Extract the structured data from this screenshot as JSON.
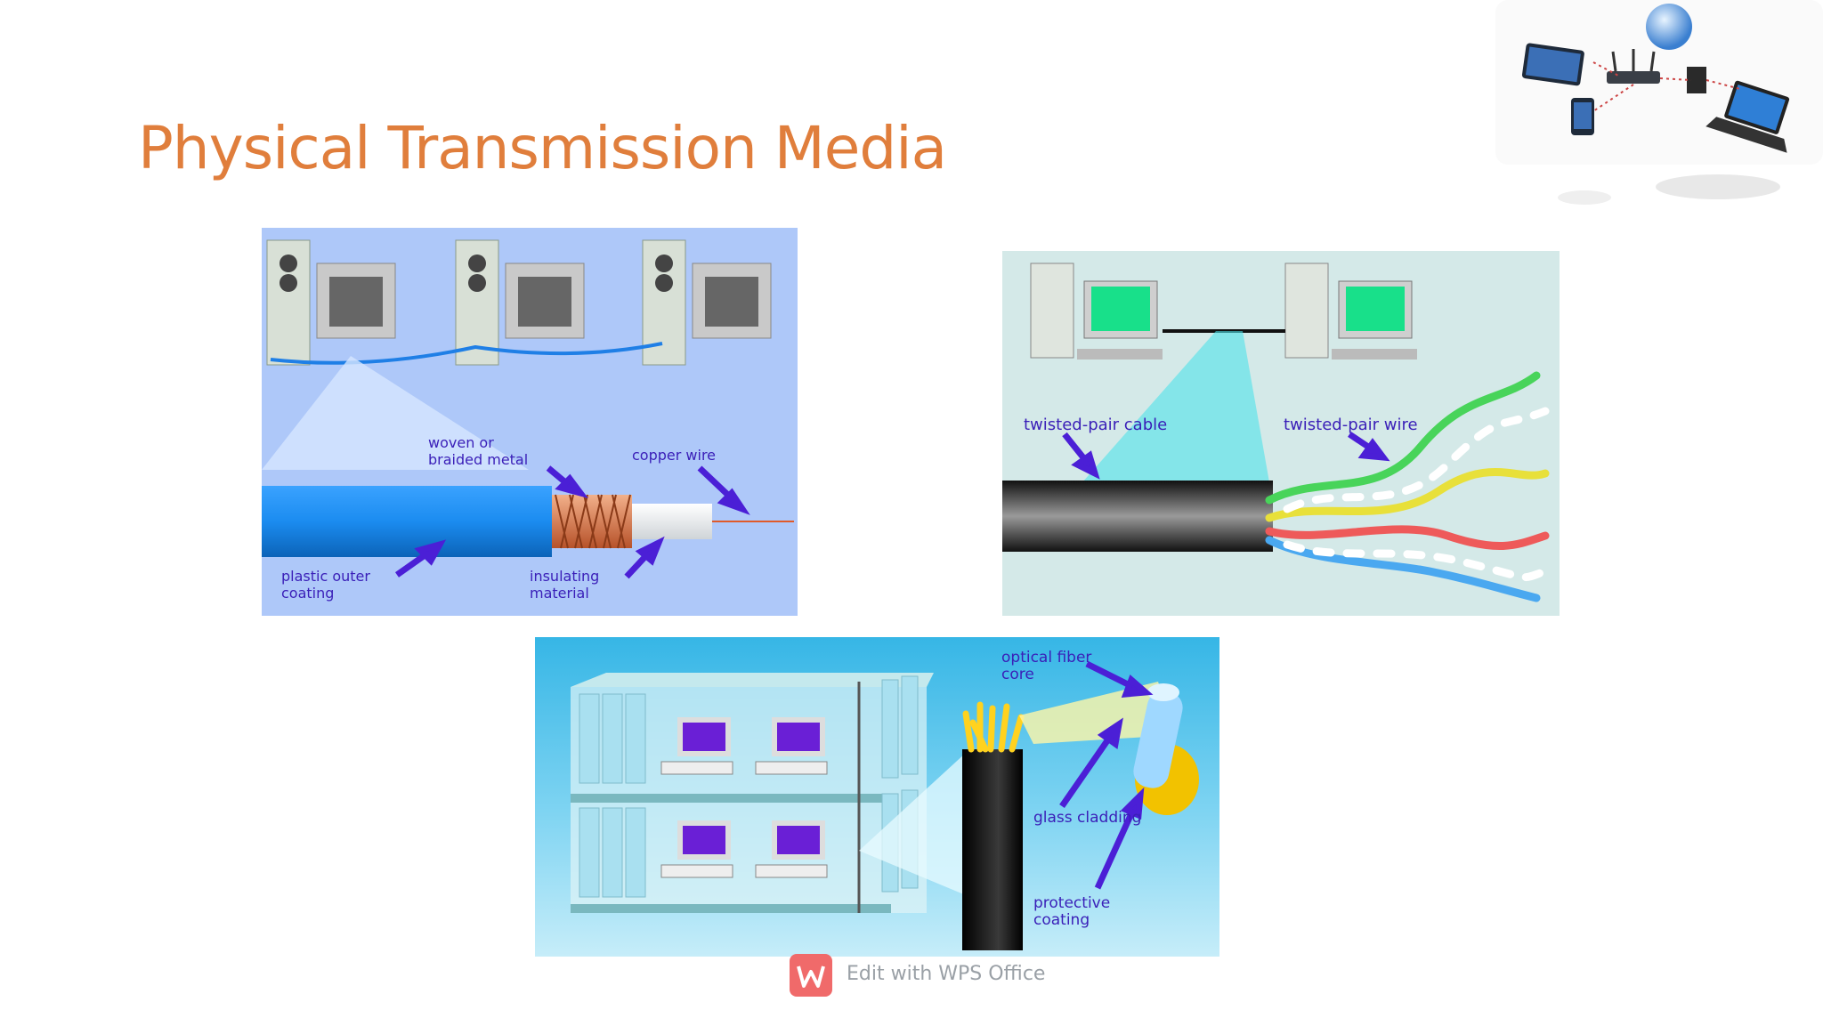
{
  "slide": {
    "title": "Physical Transmission Media"
  },
  "coax": {
    "labels": {
      "woven": "woven or\nbraided metal",
      "copper": "copper wire",
      "plastic": "plastic outer\ncoating",
      "insulating": "insulating\nmaterial"
    }
  },
  "twisted": {
    "labels": {
      "cable": "twisted-pair cable",
      "wire": "twisted-pair wire"
    }
  },
  "fiber": {
    "labels": {
      "core": "optical fiber\ncore",
      "cladding": "glass cladding",
      "protective": "protective\ncoating"
    }
  },
  "watermark": {
    "text": "Edit with WPS Office"
  },
  "colors": {
    "title": "#e07e3c",
    "label": "#3a1fb8",
    "arrow": "#4b1fd6"
  }
}
